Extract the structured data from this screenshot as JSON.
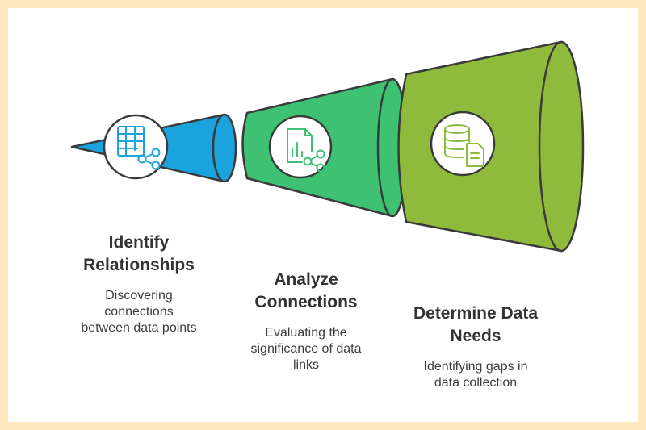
{
  "colors": {
    "background": "#fde8bf",
    "canvas": "#ffffff",
    "stage1": "#1aa3dc",
    "stage2": "#3ec173",
    "stage3": "#8fbb3d",
    "outline": "#3a3a3a"
  },
  "stages": [
    {
      "title": "Identify\nRelationships",
      "description": "Discovering\nconnections\nbetween data points",
      "icon": "table-network-icon"
    },
    {
      "title": "Analyze\nConnections",
      "description": "Evaluating the\nsignificance of data\nlinks",
      "icon": "chart-network-icon"
    },
    {
      "title": "Determine Data\nNeeds",
      "description": "Identifying gaps in\ndata collection",
      "icon": "database-document-icon"
    }
  ]
}
